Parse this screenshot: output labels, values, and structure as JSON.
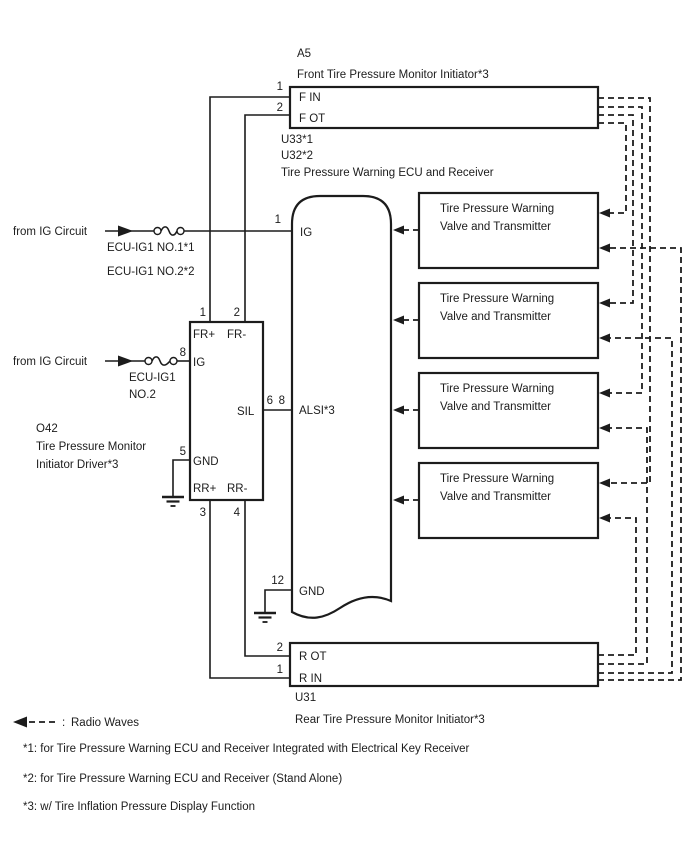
{
  "colors": {
    "ink": "#1c1c1c",
    "bg": "#ffffff"
  },
  "front_initiator": {
    "ref": "A5",
    "name": "Front Tire Pressure Monitor Initiator*3",
    "pin1_num": "1",
    "pin1_label": "F IN",
    "pin2_num": "2",
    "pin2_label": "F OT"
  },
  "ecu": {
    "ref1": "U33*1",
    "ref2": "U32*2",
    "name": "Tire Pressure Warning ECU and Receiver",
    "pin_ig_num": "1",
    "pin_ig": "IG",
    "pin_alsi_num": "8",
    "pin_alsi": "ALSI*3",
    "pin_gnd_num": "12",
    "pin_gnd": "GND"
  },
  "driver": {
    "ref": "O42",
    "name_line1": "Tire Pressure Monitor",
    "name_line2": "Initiator Driver*3",
    "pin_frp_num": "1",
    "pin_frp": "FR+",
    "pin_frm_num": "2",
    "pin_frm": "FR-",
    "pin_ig_num": "8",
    "pin_ig": "IG",
    "pin_sil_num": "6",
    "pin_sil": "SIL",
    "pin_gnd_num": "5",
    "pin_gnd": "GND",
    "pin_rrp_num": "3",
    "pin_rrp": "RR+",
    "pin_rrm_num": "4",
    "pin_rrm": "RR-"
  },
  "rear_initiator": {
    "ref": "U31",
    "name": "Rear Tire Pressure Monitor Initiator*3",
    "pin2_num": "2",
    "pin2_label": "R OT",
    "pin1_num": "1",
    "pin1_label": "R IN"
  },
  "ig_row1": {
    "source": "from IG Circuit",
    "fuse_label_1": "ECU-IG1 NO.1*1",
    "fuse_label_2": "ECU-IG1 NO.2*2"
  },
  "ig_row2": {
    "source": "from IG Circuit",
    "fuse_label_1": "ECU-IG1",
    "fuse_label_2": "NO.2"
  },
  "transmitter": {
    "line1": "Tire Pressure Warning",
    "line2": "Valve and Transmitter"
  },
  "legend": {
    "separator": ":",
    "label": "Radio Waves"
  },
  "footnotes": {
    "f1": "*1: for Tire Pressure Warning ECU and Receiver Integrated with Electrical Key Receiver",
    "f2": "*2: for Tire Pressure Warning ECU and Receiver (Stand Alone)",
    "f3": "*3: w/ Tire Inflation Pressure Display Function"
  }
}
